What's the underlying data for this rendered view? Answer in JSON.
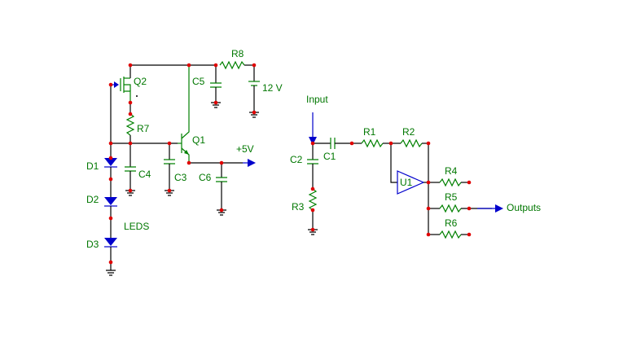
{
  "left_circuit": {
    "q2": "Q2",
    "q1": "Q1",
    "r7": "R7",
    "r8": "R8",
    "c3": "C3",
    "c4": "C4",
    "c5": "C5",
    "c6": "C6",
    "d1": "D1",
    "d2": "D2",
    "d3": "D3",
    "leds": "LEDS",
    "supply": "12 V",
    "output": "+5V"
  },
  "right_circuit": {
    "input": "Input",
    "c1": "C1",
    "c2": "C2",
    "r1": "R1",
    "r2": "R2",
    "r3": "R3",
    "u1": "U1",
    "r4": "R4",
    "r5": "R5",
    "r6": "R6",
    "outputs": "Outputs"
  },
  "colors": {
    "wire": "#000000",
    "component": "#008000",
    "arrow": "#0000cc",
    "node": "#e00000"
  }
}
